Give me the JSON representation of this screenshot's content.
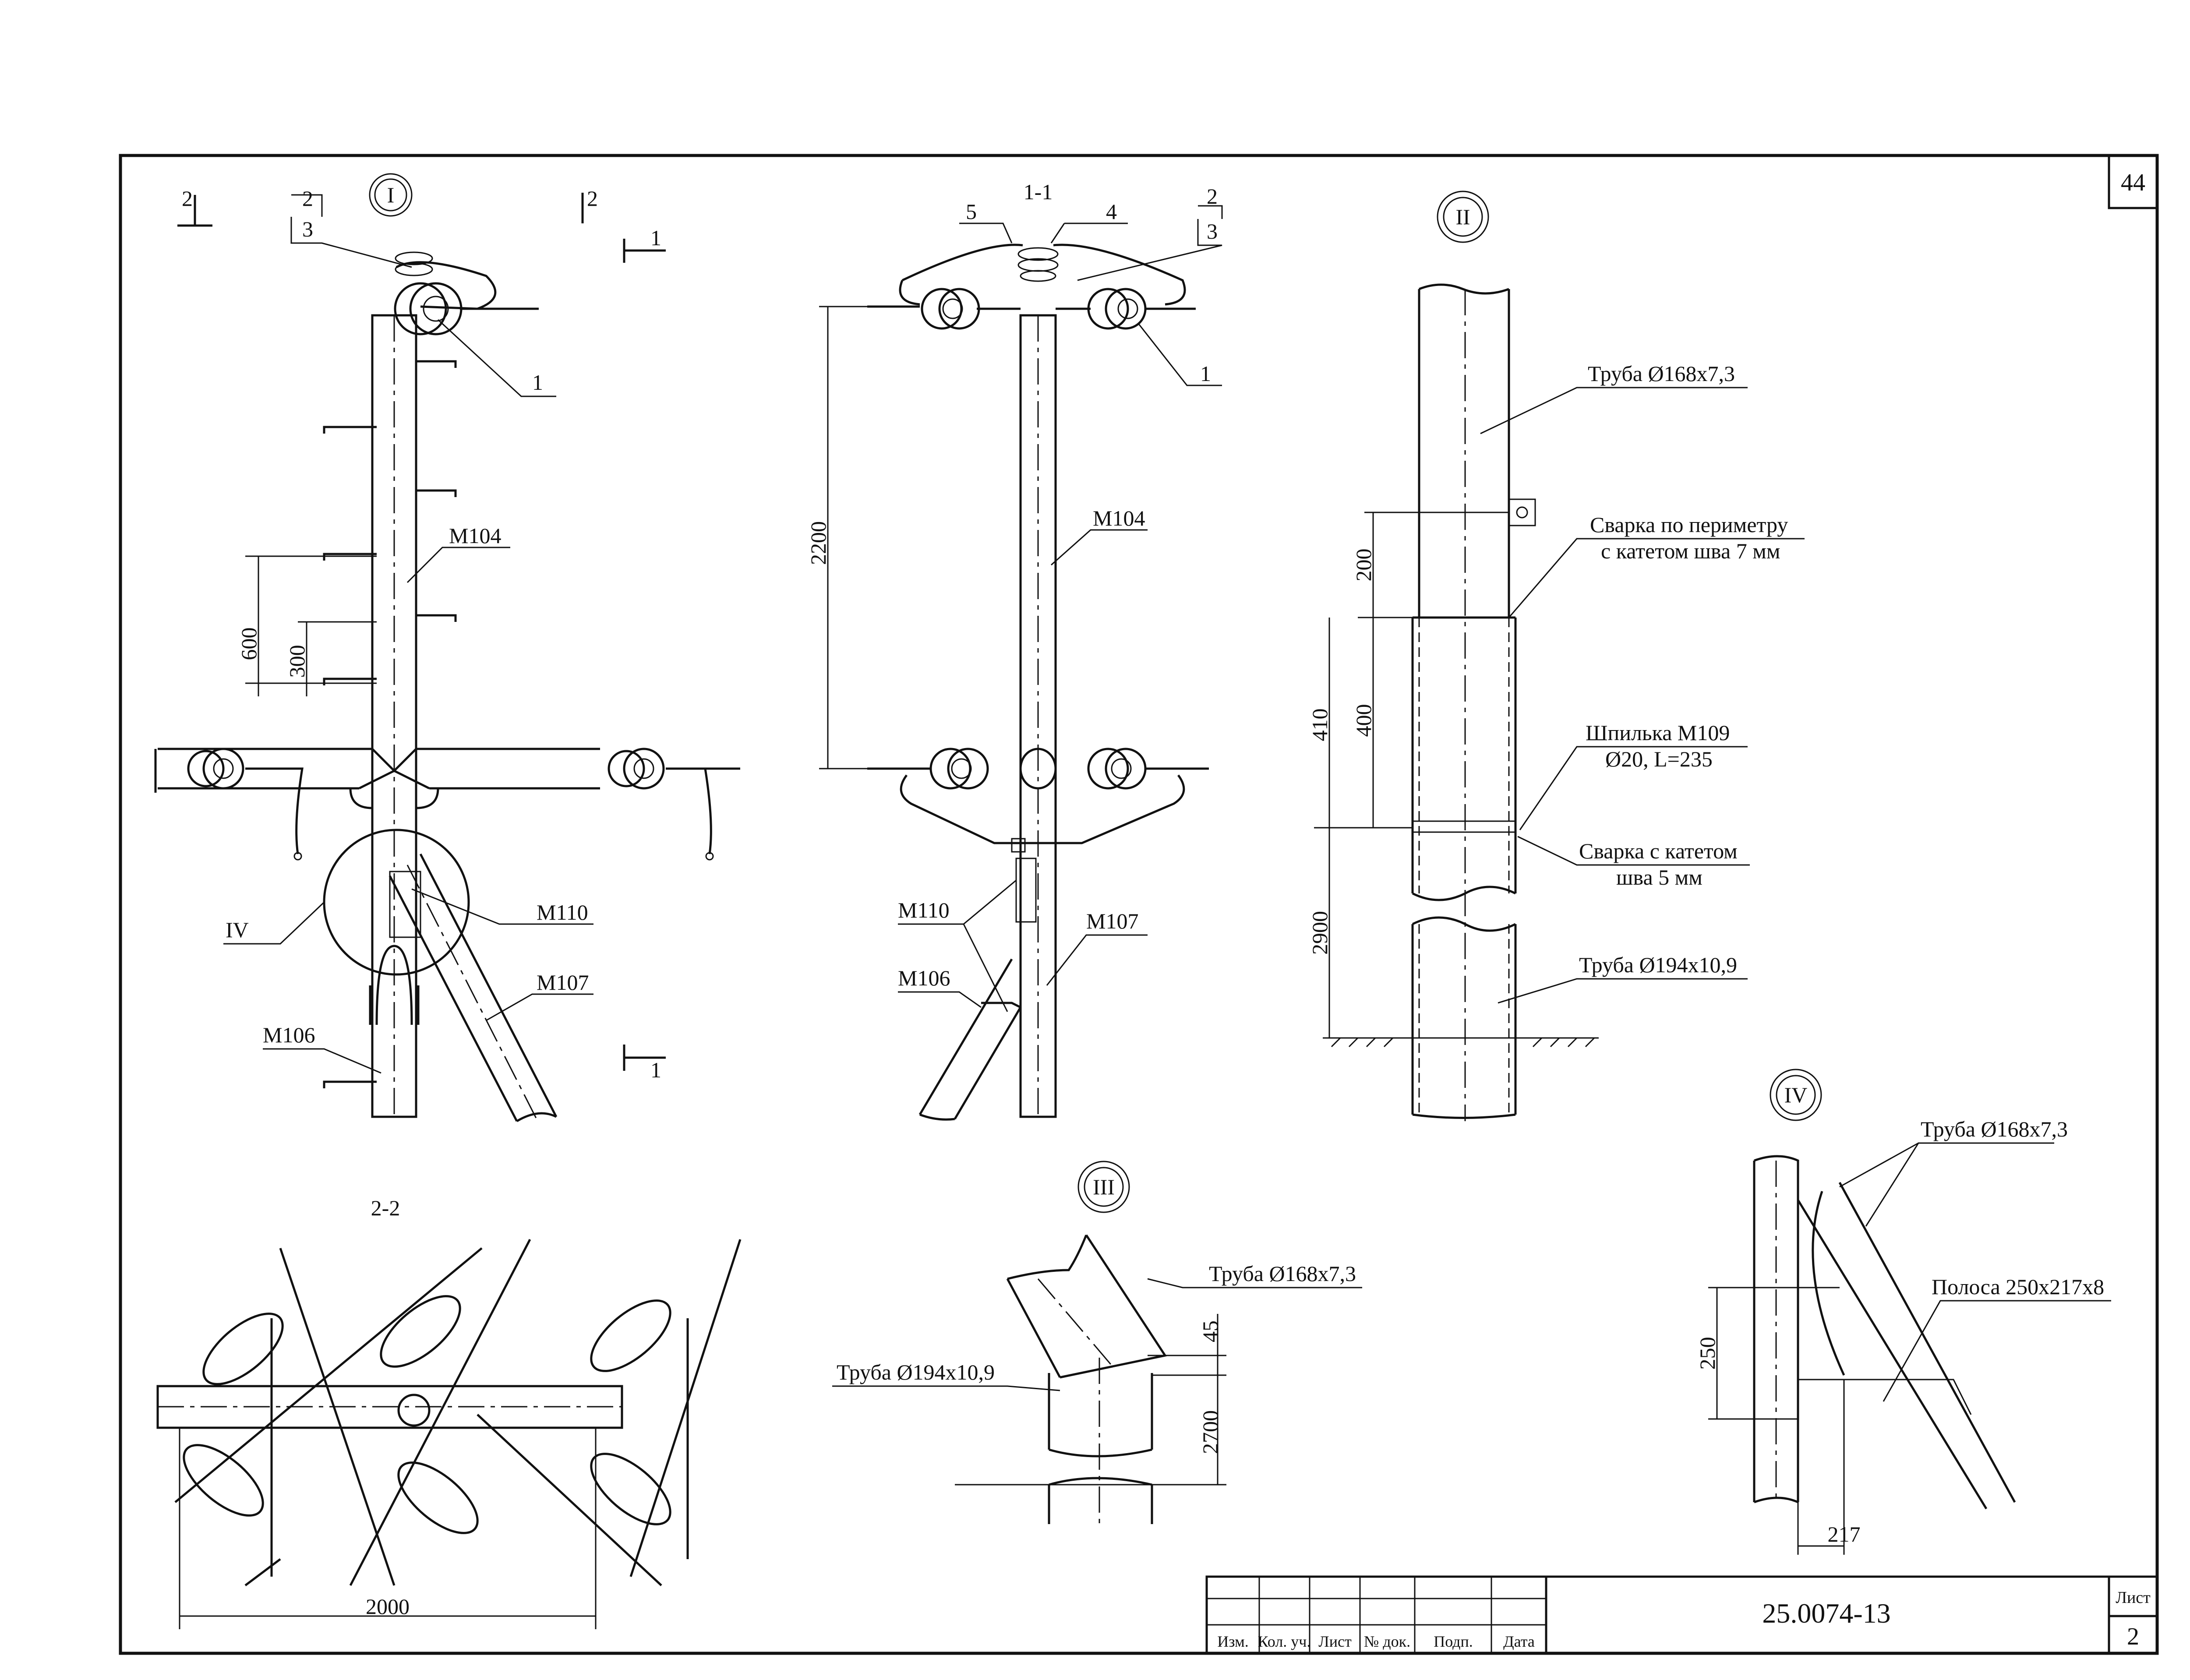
{
  "sheet_number": "44",
  "views": {
    "I": {
      "marker": "I",
      "cut_2_left": "2",
      "cut_2_right": "2",
      "cut_1_top": "1",
      "cut_1_bottom": "1",
      "pos_1": "1",
      "pos_2": "2",
      "pos_3": "3",
      "dim_600": "600",
      "dim_300": "300",
      "m104": "М104",
      "m110": "М110",
      "m107": "М107",
      "m106": "М106",
      "detail_iv": "IV"
    },
    "s11": {
      "title": "1-1",
      "pos_5": "5",
      "pos_4": "4",
      "pos_2": "2",
      "pos_3": "3",
      "pos_1": "1",
      "dim_2200": "2200",
      "m104": "М104",
      "m110": "М110",
      "m107": "М107",
      "m106": "М106"
    },
    "II": {
      "marker": "II",
      "pipe_top": "Труба Ø168x7,3",
      "weld_1": "Сварка по периметру",
      "weld_1b": "с катетом шва 7 мм",
      "stud_1": "Шпилька М109",
      "stud_2": "Ø20, L=235",
      "weld_2": "Сварка с катетом",
      "weld_2b": "шва 5 мм",
      "pipe_bottom": "Труба Ø194x10,9",
      "dim_200": "200",
      "dim_410": "410",
      "dim_400": "400",
      "dim_2900": "2900"
    },
    "s22": {
      "title": "2-2",
      "dim_2000": "2000"
    },
    "III": {
      "marker": "III",
      "pipe_top": "Труба Ø168x7,3",
      "pipe_bottom": "Труба Ø194x10,9",
      "dim_45": "45",
      "dim_2700": "2700"
    },
    "IV": {
      "marker": "IV",
      "pipe": "Труба Ø168x7,3",
      "plate": "Полоса 250x217x8",
      "dim_250": "250",
      "dim_217": "217"
    }
  },
  "title_block": {
    "doc_number": "25.0074-13",
    "sheet_label": "Лист",
    "sheet_value": "2",
    "columns": [
      "Изм.",
      "Кол. уч.",
      "Лист",
      "№ док.",
      "Подп.",
      "Дата"
    ]
  }
}
